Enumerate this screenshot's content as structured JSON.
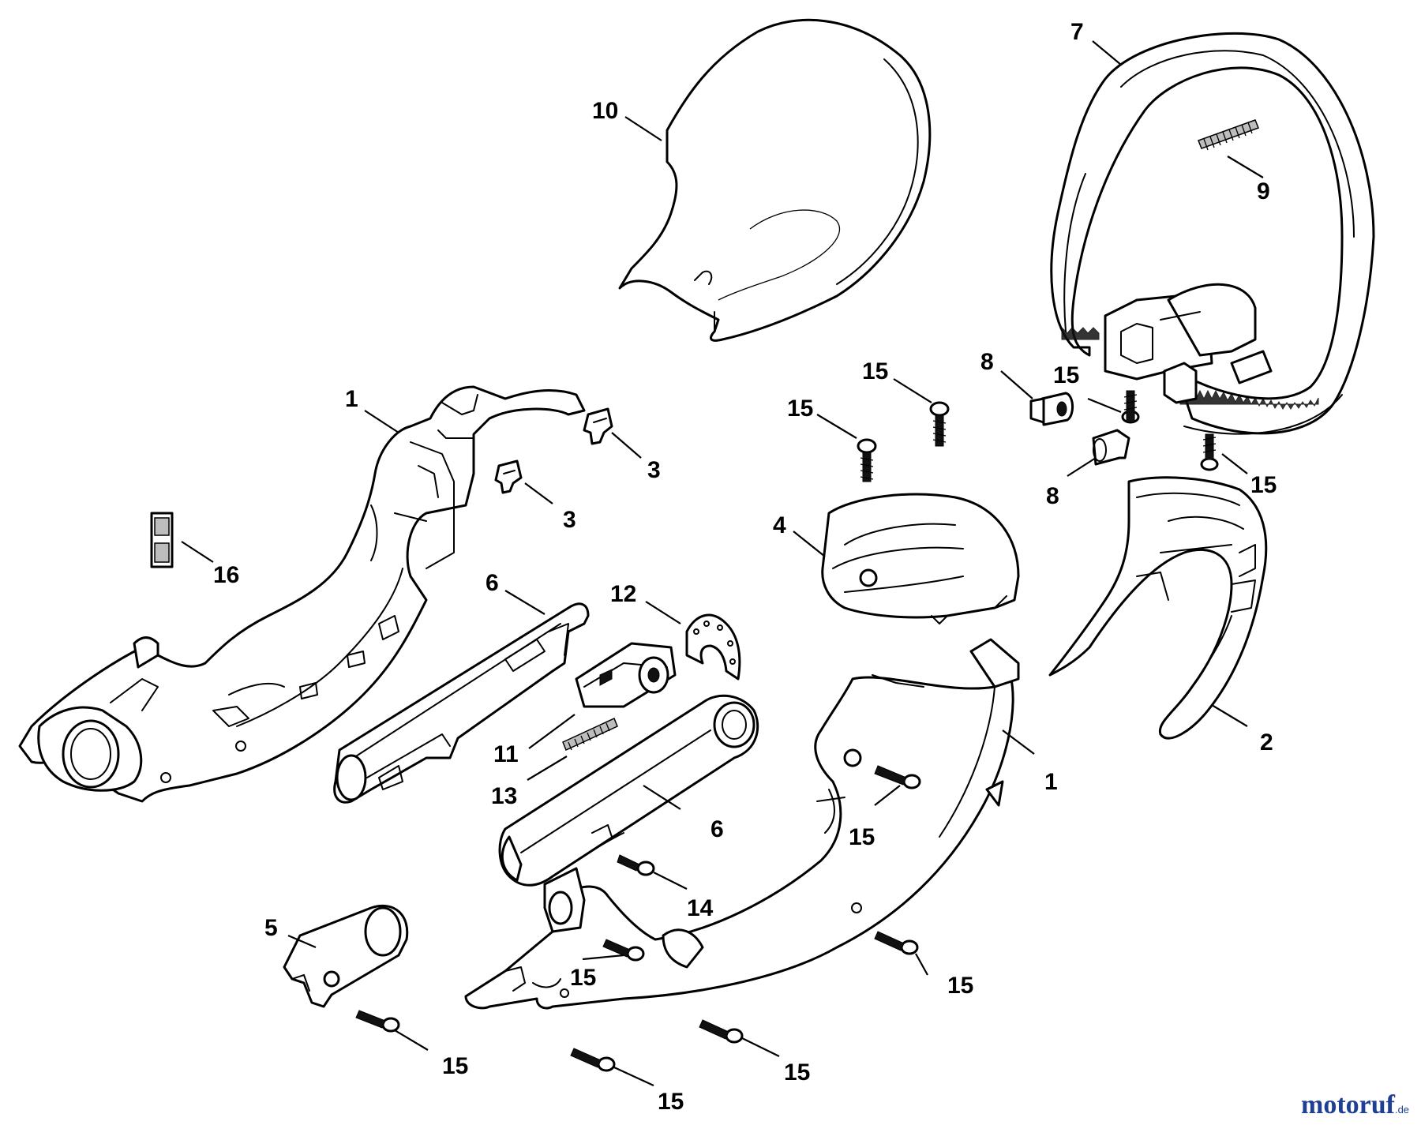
{
  "diagram": {
    "callouts": [
      {
        "id": "c10",
        "label": "10"
      },
      {
        "id": "c7",
        "label": "7"
      },
      {
        "id": "c9",
        "label": "9"
      },
      {
        "id": "c1a",
        "label": "1"
      },
      {
        "id": "c3a",
        "label": "3"
      },
      {
        "id": "c3b",
        "label": "3"
      },
      {
        "id": "c16",
        "label": "16"
      },
      {
        "id": "c15a",
        "label": "15"
      },
      {
        "id": "c15b",
        "label": "15"
      },
      {
        "id": "c8a",
        "label": "8"
      },
      {
        "id": "c15c",
        "label": "15"
      },
      {
        "id": "c8b",
        "label": "8"
      },
      {
        "id": "c15d",
        "label": "15"
      },
      {
        "id": "c4",
        "label": "4"
      },
      {
        "id": "c6a",
        "label": "6"
      },
      {
        "id": "c12",
        "label": "12"
      },
      {
        "id": "c11",
        "label": "11"
      },
      {
        "id": "c13",
        "label": "13"
      },
      {
        "id": "c6b",
        "label": "6"
      },
      {
        "id": "c1b",
        "label": "1"
      },
      {
        "id": "c2",
        "label": "2"
      },
      {
        "id": "c15e",
        "label": "15"
      },
      {
        "id": "c14",
        "label": "14"
      },
      {
        "id": "c5",
        "label": "5"
      },
      {
        "id": "c15f",
        "label": "15"
      },
      {
        "id": "c15g",
        "label": "15"
      },
      {
        "id": "c15h",
        "label": "15"
      },
      {
        "id": "c15i",
        "label": "15"
      },
      {
        "id": "c15j",
        "label": "15"
      }
    ]
  },
  "watermark": {
    "brand": "motoruf",
    "suffix": ".de"
  },
  "colors": {
    "watermark_m": "#1f3f95",
    "watermark_o": "#7fbf2a",
    "line": "#000000",
    "background": "#ffffff"
  }
}
